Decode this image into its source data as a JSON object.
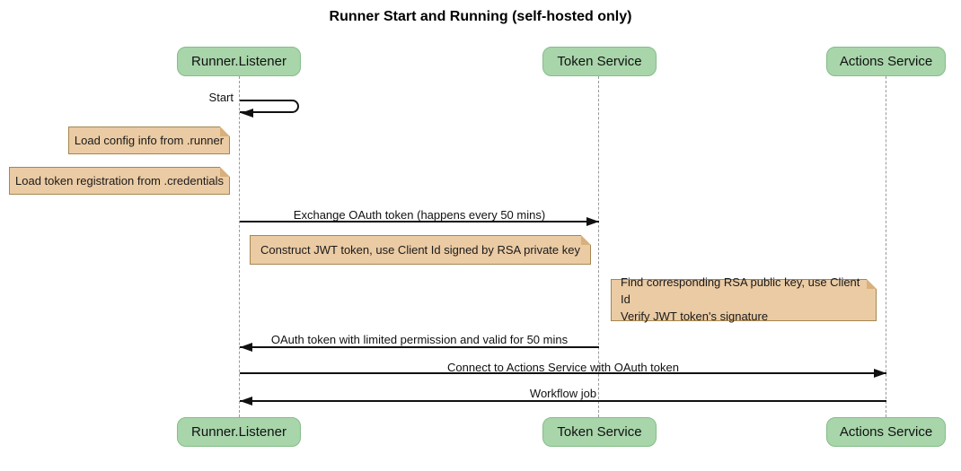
{
  "diagram": {
    "title": "Runner Start and Running (self-hosted only)",
    "participants": [
      {
        "label": "Runner.Listener"
      },
      {
        "label": "Token Service"
      },
      {
        "label": "Actions Service"
      }
    ],
    "messages": [
      {
        "label": "Start",
        "from": "Runner.Listener",
        "to": "Runner.Listener",
        "type": "self"
      },
      {
        "label": "Exchange OAuth token (happens every 50 mins)",
        "from": "Runner.Listener",
        "to": "Token Service",
        "type": "solid-arrow"
      },
      {
        "label": "OAuth token with limited permission and valid for 50 mins",
        "from": "Token Service",
        "to": "Runner.Listener",
        "type": "solid-arrow"
      },
      {
        "label": "Connect to Actions Service with OAuth token",
        "from": "Runner.Listener",
        "to": "Actions Service",
        "type": "solid-arrow"
      },
      {
        "label": "Workflow job",
        "from": "Actions Service",
        "to": "Runner.Listener",
        "type": "solid-arrow"
      }
    ],
    "notes": [
      {
        "text": "Load config info from .runner",
        "position": "left of Runner.Listener"
      },
      {
        "text": "Load token registration from .credentials",
        "position": "left of Runner.Listener"
      },
      {
        "text": "Construct JWT token, use Client Id signed by RSA private key",
        "position": "over Runner.Listener and Token Service"
      },
      {
        "text": "Find corresponding RSA public key, use Client Id\nVerify JWT token's signature",
        "position": "over Token Service and Actions Service"
      }
    ],
    "colors": {
      "participant_fill": "#a8d5aa",
      "participant_border": "#85bd88",
      "note_fill": "#ebcba4",
      "note_border": "#a5874f",
      "lifeline": "#999999",
      "arrow": "#111111",
      "background": "#ffffff"
    }
  }
}
